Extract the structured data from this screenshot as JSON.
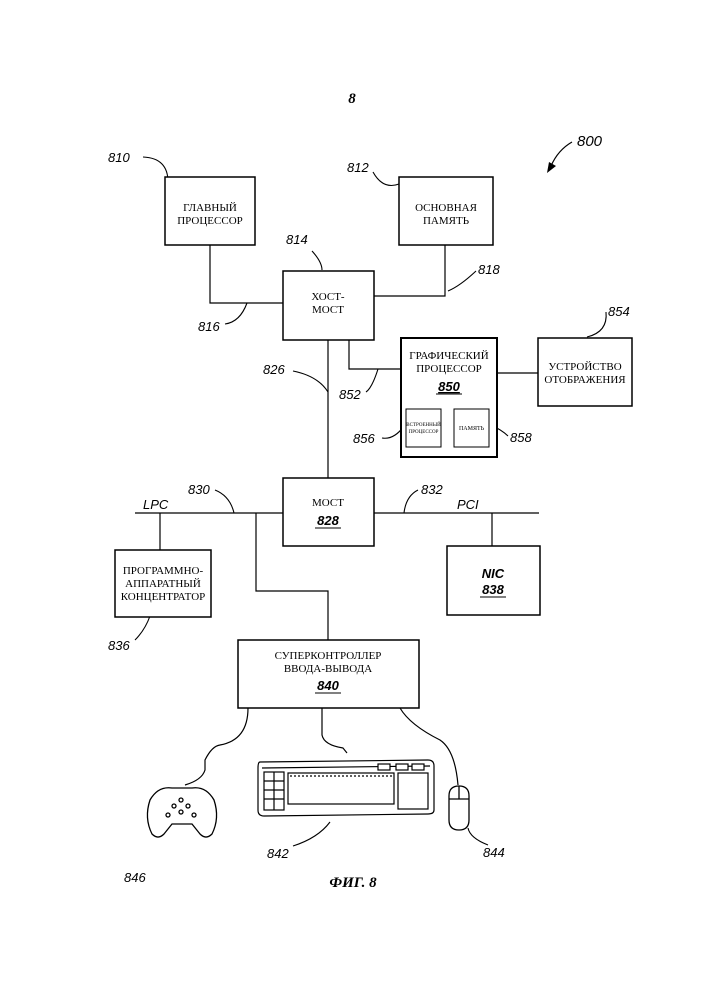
{
  "page_number": "8",
  "figure_caption": "ФИГ. 8",
  "figure_ref": "800",
  "refs": {
    "r810": "810",
    "r812": "812",
    "r814": "814",
    "r816": "816",
    "r818": "818",
    "r826": "826",
    "r852": "852",
    "r854": "854",
    "r856": "856",
    "r858": "858",
    "r830": "830",
    "r832": "832",
    "r836": "836",
    "r842": "842",
    "r844": "844",
    "r846": "846"
  },
  "bus_labels": {
    "lpc": "LPC",
    "pci": "PCI"
  },
  "blocks": {
    "cpu": {
      "line1": "ГЛАВНЫЙ",
      "line2": "ПРОЦЕССОР"
    },
    "mem": {
      "line1": "ОСНОВНАЯ",
      "line2": "ПАМЯТЬ"
    },
    "host_bridge": {
      "line1": "ХОСТ-",
      "line2": "МОСТ"
    },
    "gpu": {
      "line1": "ГРАФИЧЕСКИЙ",
      "line2": "ПРОЦЕССОР",
      "number": "850",
      "sub_proc": {
        "line1": "ВСТРОЕННЫЙ",
        "line2": "ПРОЦЕССОР"
      },
      "sub_mem": "ПАМЯТЬ"
    },
    "display": {
      "line1": "УСТРОЙСТВО",
      "line2": "ОТОБРАЖЕНИЯ"
    },
    "bridge": {
      "line1": "МОСТ",
      "number": "828"
    },
    "firmware_hub": {
      "line1": "ПРОГРАММНО-",
      "line2": "АППАРАТНЫЙ",
      "line3": "КОНЦЕНТРАТОР"
    },
    "nic": {
      "line1": "NIC",
      "number": "838"
    },
    "superio": {
      "line1": "СУПЕРКОНТРОЛЛЕР",
      "line2": "ВВОДА-ВЫВОДА",
      "number": "840"
    }
  },
  "devices": {
    "gamepad": "gamepad-icon",
    "keyboard": "keyboard-icon",
    "mouse": "mouse-icon"
  },
  "colors": {
    "ink": "#000000",
    "paper": "#ffffff"
  }
}
